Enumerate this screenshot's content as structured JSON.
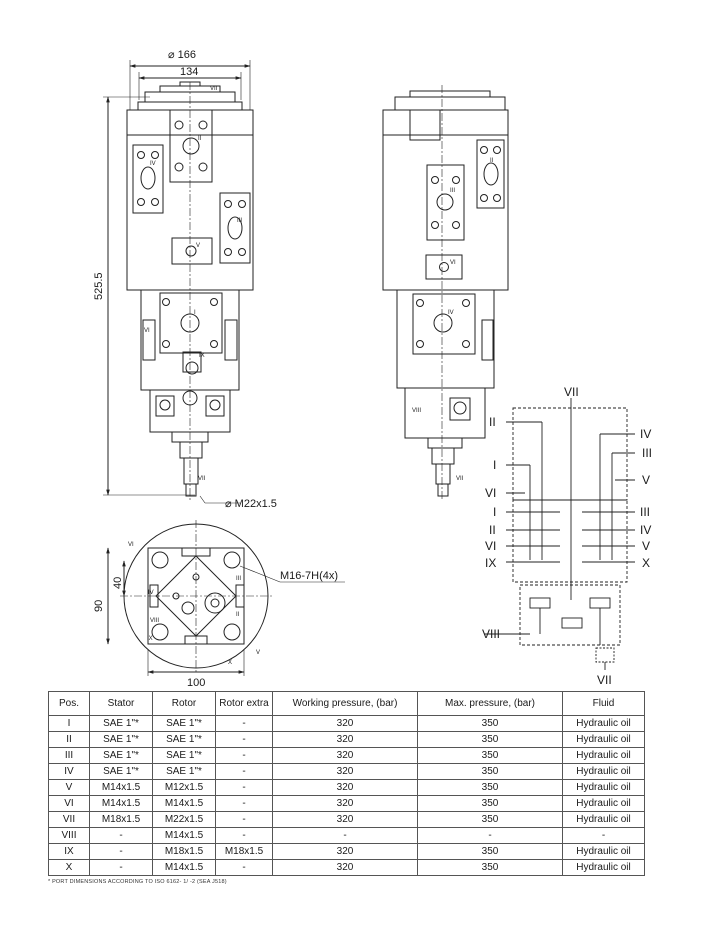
{
  "front_view": {
    "dim_diameter": "⌀ 166",
    "dim_width": "134",
    "dim_height": "525.5",
    "dim_thread": "⌀ M22x1.5",
    "ports": [
      "VII",
      "II",
      "IV",
      "III",
      "V",
      "I",
      "VI",
      "IX",
      "VII"
    ]
  },
  "side_view": {
    "ports": [
      "III",
      "II",
      "VI",
      "IV",
      "VIII",
      "VII"
    ]
  },
  "bottom_view": {
    "dim_40": "40",
    "dim_90": "90",
    "dim_100": "100",
    "dim_thread": "M16-7H(4x)",
    "ports": [
      "VI",
      "IV",
      "III",
      "II",
      "VIII",
      "IX",
      "X",
      "V"
    ]
  },
  "schematic": {
    "labels_top": [
      "VII"
    ],
    "labels_left": [
      "II",
      "I",
      "VI",
      "I",
      "II",
      "VI",
      "IX",
      "VIII"
    ],
    "labels_right": [
      "IV",
      "III",
      "V",
      "III",
      "IV",
      "V",
      "X"
    ],
    "label_bottom": "VII"
  },
  "table": {
    "headers": [
      "Pos.",
      "Stator",
      "Rotor",
      "Rotor extra",
      "Working pressure, (bar)",
      "Max. pressure, (bar)",
      "Fluid"
    ],
    "rows": [
      [
        "I",
        "SAE 1\"*",
        "SAE 1\"*",
        "-",
        "320",
        "350",
        "Hydraulic oil"
      ],
      [
        "II",
        "SAE 1\"*",
        "SAE 1\"*",
        "-",
        "320",
        "350",
        "Hydraulic oil"
      ],
      [
        "III",
        "SAE 1\"*",
        "SAE 1\"*",
        "-",
        "320",
        "350",
        "Hydraulic oil"
      ],
      [
        "IV",
        "SAE 1\"*",
        "SAE 1\"*",
        "-",
        "320",
        "350",
        "Hydraulic oil"
      ],
      [
        "V",
        "M14x1.5",
        "M12x1.5",
        "-",
        "320",
        "350",
        "Hydraulic oil"
      ],
      [
        "VI",
        "M14x1.5",
        "M14x1.5",
        "-",
        "320",
        "350",
        "Hydraulic oil"
      ],
      [
        "VII",
        "M18x1.5",
        "M22x1.5",
        "-",
        "320",
        "350",
        "Hydraulic oil"
      ],
      [
        "VIII",
        "-",
        "M14x1.5",
        "-",
        "-",
        "-",
        "-"
      ],
      [
        "IX",
        "-",
        "M18x1.5",
        "M18x1.5",
        "320",
        "350",
        "Hydraulic oil"
      ],
      [
        "X",
        "-",
        "M14x1.5",
        "-",
        "320",
        "350",
        "Hydraulic oil"
      ]
    ]
  },
  "footnote": "* PORT DIMENSIONS ACCORDING TO ISO 6162- 1/ -2 (SEA J518)"
}
